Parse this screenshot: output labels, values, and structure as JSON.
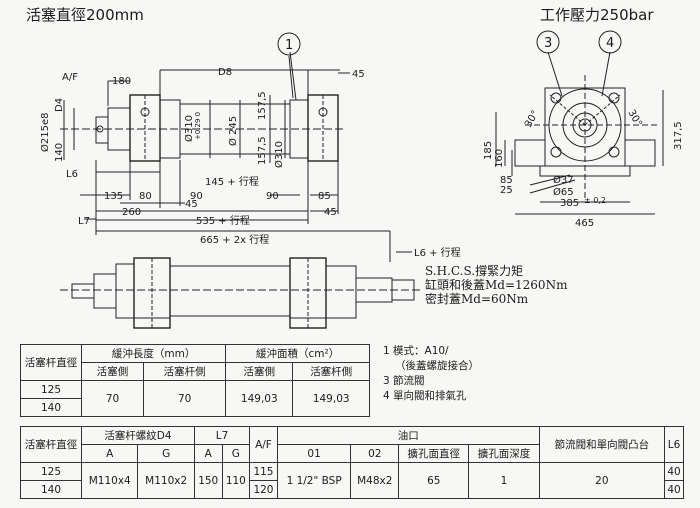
{
  "header": {
    "title_left": "活塞直徑200mm",
    "title_right": "工作壓力250bar"
  },
  "callouts": [
    "1",
    "3",
    "4"
  ],
  "dimensions": {
    "af": "A/F",
    "d4": "D4",
    "d8": "D8",
    "d180": "180",
    "d45a": "45",
    "phi215": "Ø215e8",
    "d140": "140",
    "phi310": "Ø310",
    "tol310": "+0.29 0",
    "phi245": "Ø 245",
    "phi310b": "Ø310",
    "d1575a": "157,5",
    "d1575b": "157,5",
    "l6": "L6",
    "l7": "L7",
    "d135": "135",
    "d80": "80",
    "d90a": "90",
    "d45b": "45",
    "d260": "260",
    "d145": "145 + 行程",
    "d535": "535 + 行程",
    "d90b": "90",
    "d85": "85",
    "d45c": "45",
    "d665": "665 + 2x 行程",
    "l6stroke": "L6 + 行程",
    "ang30a": "30°",
    "ang30b": "30°",
    "d3175": "317,5",
    "d185": "185",
    "d160": "160",
    "d85b": "85",
    "d25": "25",
    "phi37": "Ø37",
    "phi65": "Ø65",
    "d385": "385",
    "tol385": "± 0,2",
    "d465": "465"
  },
  "notes": {
    "line1": "S.H.C.S.撐緊力矩",
    "line2": "缸頭和後蓋Md=1260Nm",
    "line3": "密封蓋Md=60Nm"
  },
  "legend": {
    "item1a": "1  模式：A10/",
    "item1b": "（後蓋螺旋接合）",
    "item3": "3  節流閥",
    "item4": "4  單向閥和排氣孔"
  },
  "table1": {
    "h_rod": "活塞杆直徑",
    "h_cushion_len": "緩沖長度（mm）",
    "h_cushion_area": "緩沖面積（cm²）",
    "piston_side": "活塞側",
    "rod_side": "活塞杆側",
    "rows": [
      "125",
      "140"
    ],
    "len_piston": "70",
    "len_rod": "70",
    "area_piston": "149,03",
    "area_rod": "149,03"
  },
  "table2": {
    "h_rod": "活塞杆直徑",
    "h_thread": "活塞杆螺紋D4",
    "h_l7": "L7",
    "h_af": "A/F",
    "h_port": "油口",
    "h_valve": "節流閥和單向閥凸台",
    "h_l6": "L6",
    "sub_a": "A",
    "sub_g": "G",
    "sub_a2": "A",
    "sub_g2": "G",
    "sub_01": "01",
    "sub_02": "02",
    "sub_dia": "擴孔面直徑",
    "sub_depth": "擴孔面深度",
    "rows": [
      "125",
      "140"
    ],
    "thread_a": "M110x4",
    "thread_g": "M110x2",
    "l7_a": "150",
    "l7_g": "110",
    "af_125": "115",
    "af_140": "120",
    "port_01": "1 1/2\" BSP",
    "port_02": "M48x2",
    "sf_dia": "65",
    "sf_depth": "1",
    "valve": "20",
    "l6_125": "40",
    "l6_140": "40"
  }
}
